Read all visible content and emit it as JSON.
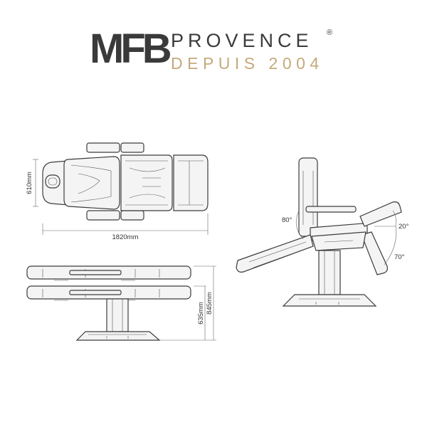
{
  "logo": {
    "brand": "MFB",
    "name": "PROVENCE",
    "registered": "®",
    "tagline": "DEPUIS 2004"
  },
  "dimensions": {
    "length": "1820mm",
    "width": "610mm",
    "height_low": "635mm",
    "height_high": "845mm"
  },
  "angles": {
    "back": "80°",
    "leg_up": "20°",
    "leg_down": "70°"
  },
  "colors": {
    "brand_dark": "#3a3a3a",
    "brand_gold": "#c5a97b"
  }
}
